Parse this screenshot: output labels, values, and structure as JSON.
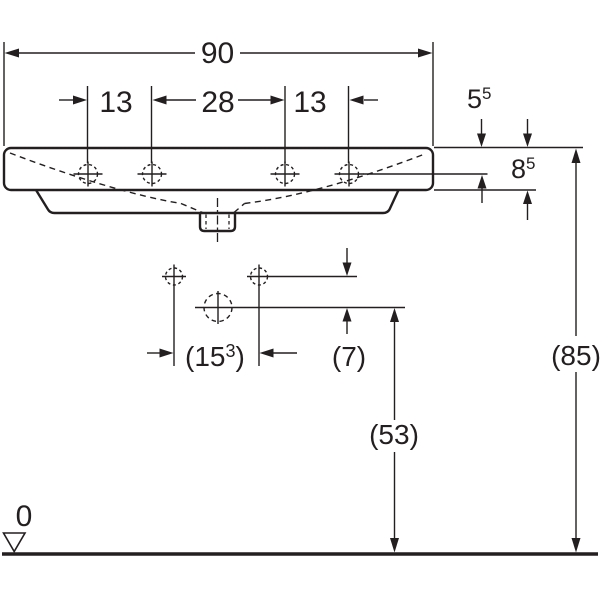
{
  "drawing": {
    "kind": "technical-dimension-drawing",
    "subject": "washbasin front elevation with tap-hole and drain detail"
  },
  "colors": {
    "line": "#231f20",
    "background": "#ffffff"
  },
  "labels": {
    "overall_width": "90",
    "tap_spacing_left": "13",
    "tap_spacing_center": "28",
    "tap_spacing_right": "13",
    "rim_to_tap_axis": {
      "base": "5",
      "sup": "5"
    },
    "apron_height": {
      "base": "8",
      "sup": "5"
    },
    "overall_height": "(85)",
    "tap_axis_depth": {
      "open": "(15",
      "sup": "3",
      "close": ")"
    },
    "drain_offset": "(7)",
    "drain_axis_height": "(53)",
    "datum_zero": "0"
  }
}
